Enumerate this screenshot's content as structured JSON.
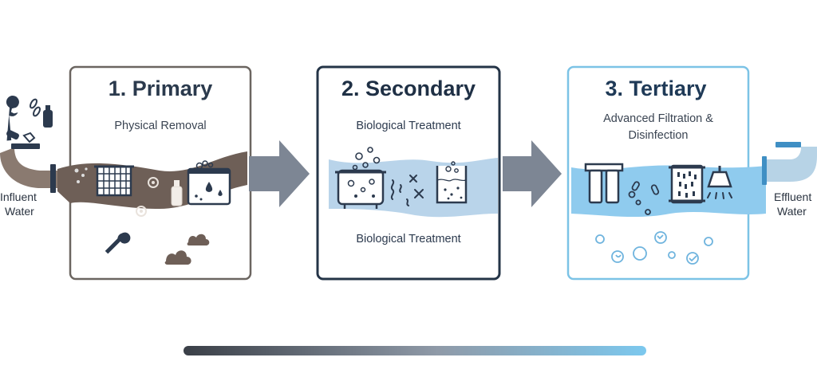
{
  "colors": {
    "primary_frame": "#6b6560",
    "secondary_frame": "#243447",
    "tertiary_frame": "#7cc3e6",
    "primary_title": "#2b3a4d",
    "secondary_title": "#1f3045",
    "tertiary_title": "#1f3a57",
    "sludge": "#6e5f57",
    "water_light": "#b9d4ea",
    "water_clean": "#8fcbee",
    "arrow": "#7d8694",
    "pipe": "#8a7a70",
    "pipe_clean": "#b7d3e6",
    "icon_dark": "#2c3a4e",
    "icon_blue": "#3f8fc4",
    "bar_start": "#3a3f47",
    "bar_end": "#7cc8ee"
  },
  "influent": {
    "label_line1": "Influent",
    "label_line2": "Water"
  },
  "effluent": {
    "label_line1": "Effluent",
    "label_line2": "Water"
  },
  "stages": [
    {
      "title": "1. Primary",
      "subtitle_line1": "Physical Removal",
      "icons": [
        "bar-screen-icon",
        "bottle-icon",
        "settling-tank-icon",
        "wrench-icon",
        "sludge-icon",
        "grit-icon"
      ]
    },
    {
      "title": "2. Secondary",
      "subtitle_top": "Biological Treatment",
      "subtitle_bottom": "Biological Treatment",
      "icons": [
        "aeration-tank-icon",
        "microbe-icon",
        "clarifier-icon",
        "bubbles-icon"
      ]
    },
    {
      "title": "3. Tertiary",
      "subtitle_line1": "Advanced Filtration &",
      "subtitle_line2": "Disinfection",
      "icons": [
        "filter-cartridge-icon",
        "membrane-filter-icon",
        "uv-lamp-icon",
        "pathogen-icon",
        "clean-bubble-icon"
      ]
    }
  ]
}
